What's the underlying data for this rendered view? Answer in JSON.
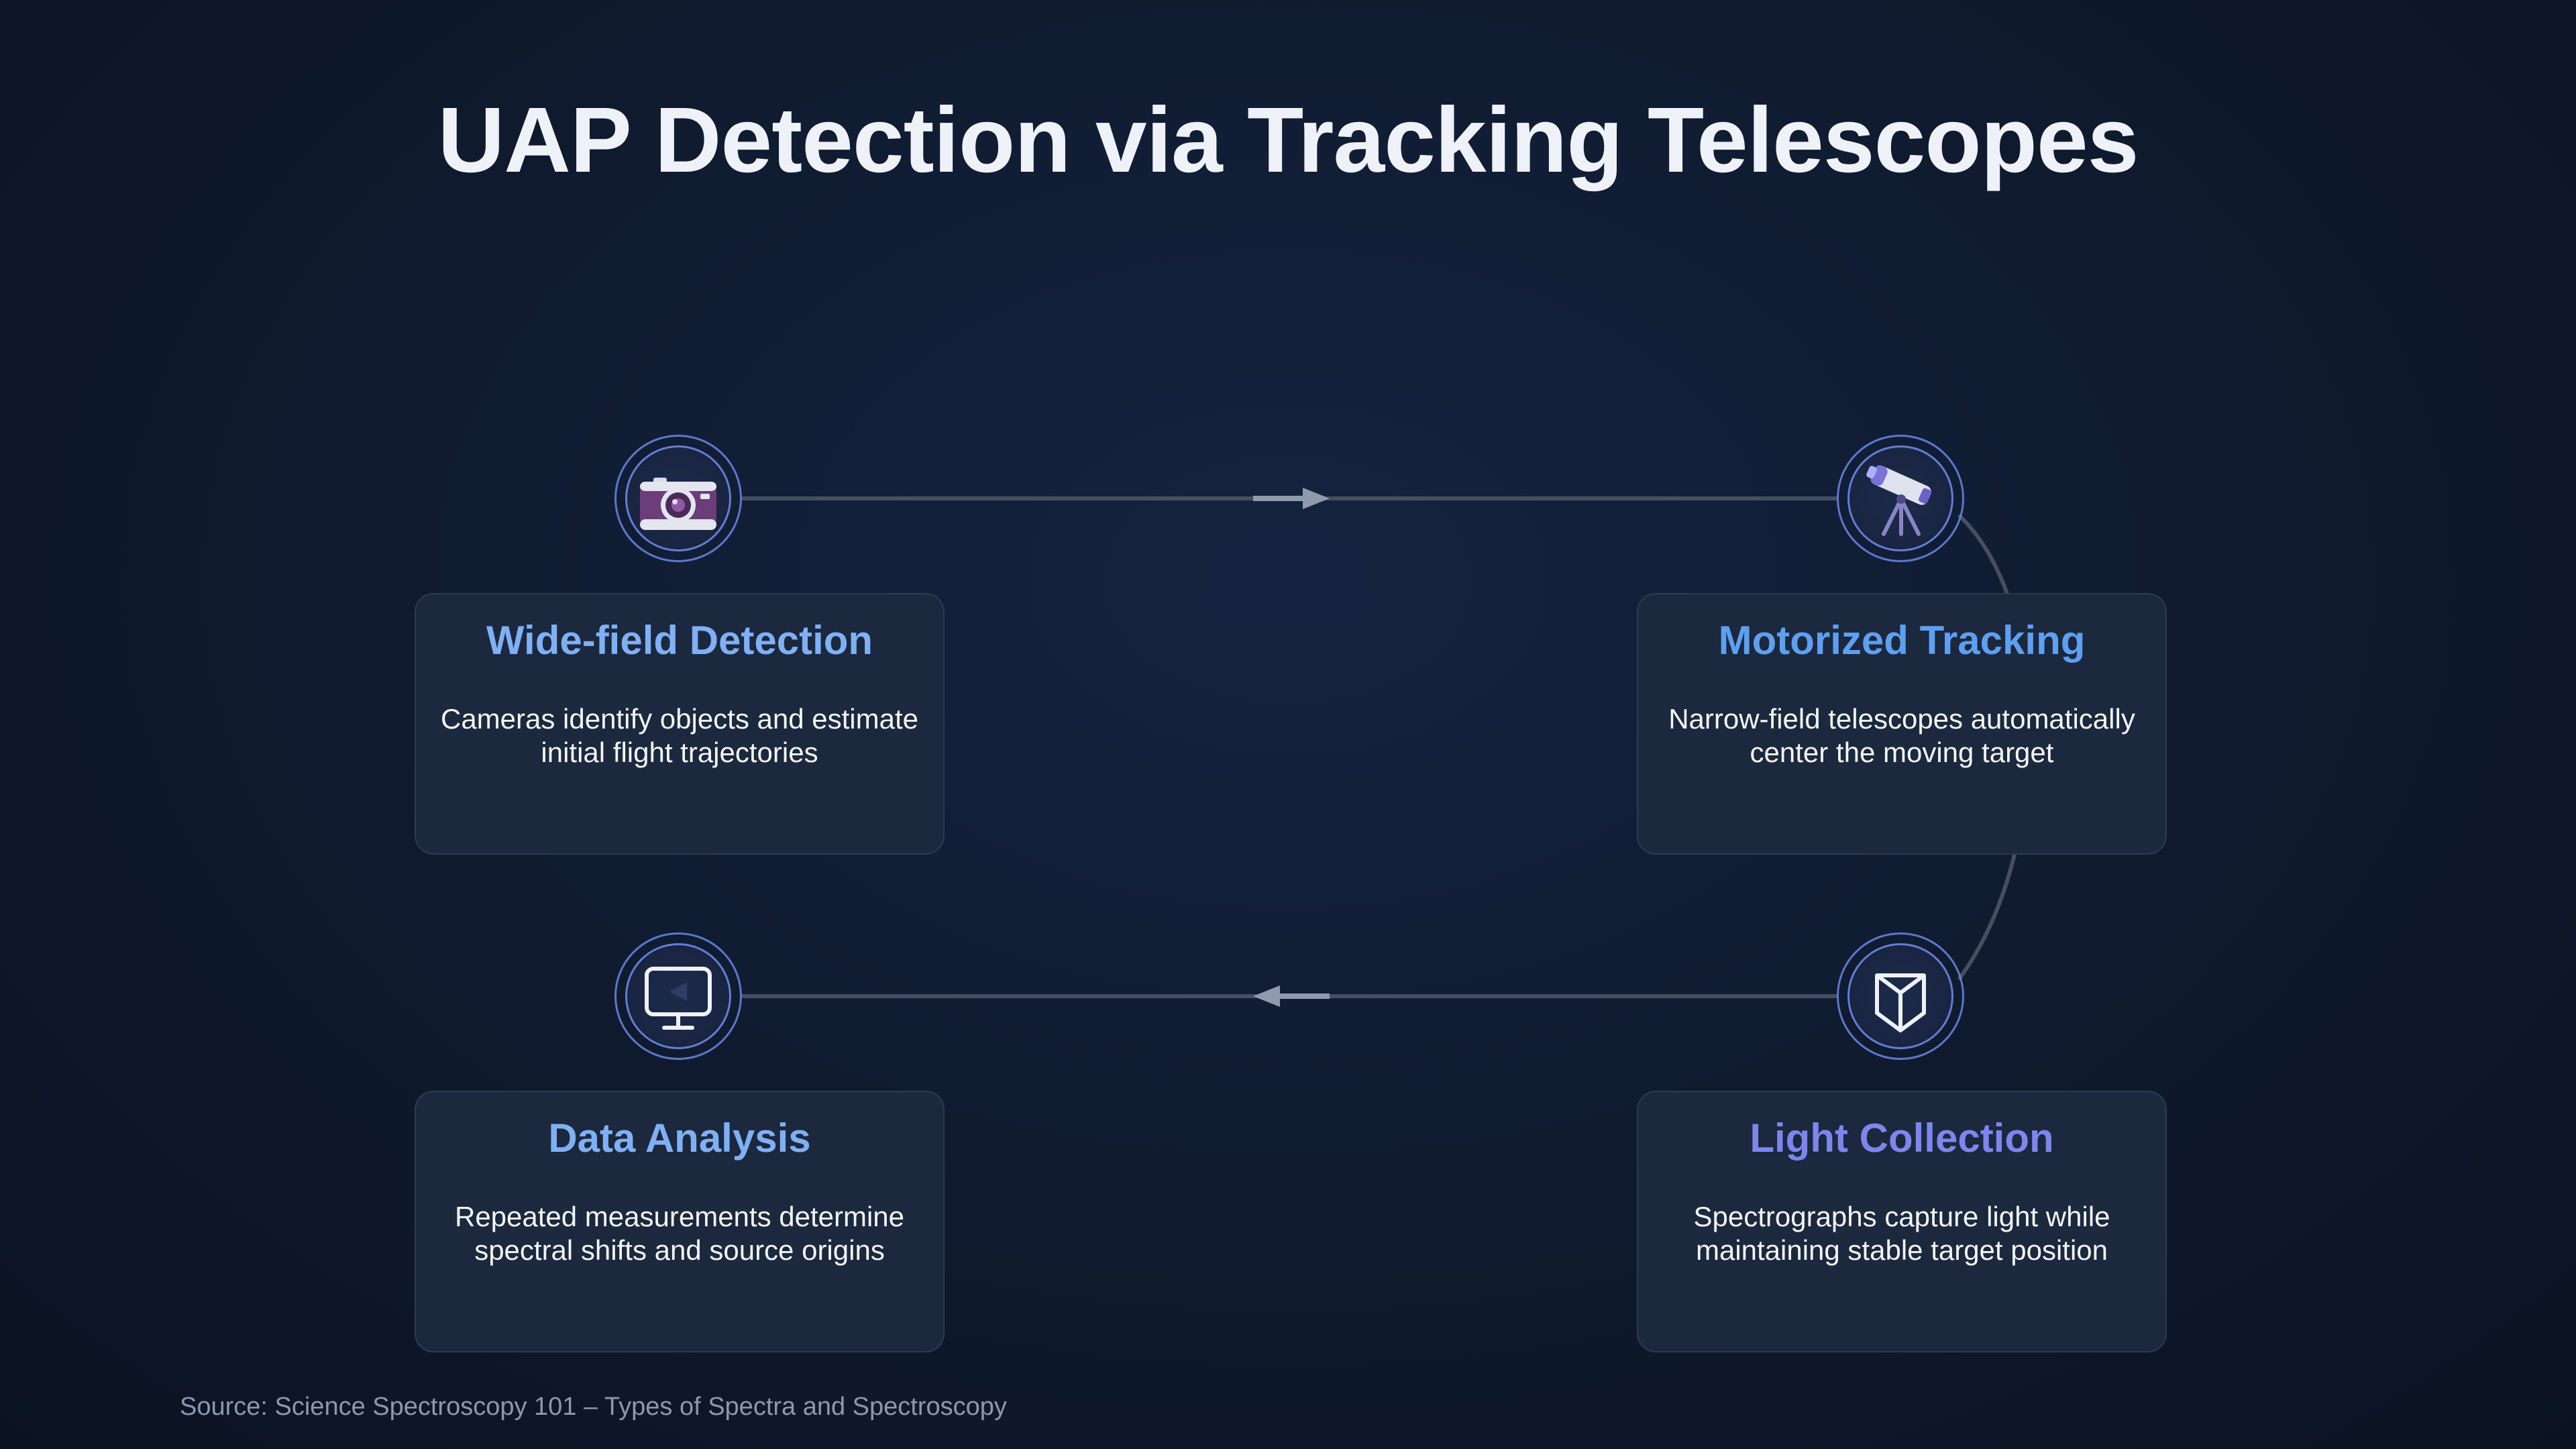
{
  "title": "UAP Detection via Tracking Telescopes",
  "steps": [
    {
      "title": "Wide-field Detection",
      "description": "Cameras identify objects and estimate initial flight trajectories",
      "icon": "camera-icon",
      "title_color": "#7fb0f5"
    },
    {
      "title": "Motorized Tracking",
      "description": "Narrow-field telescopes automatically center the moving target",
      "icon": "telescope-icon",
      "title_color": "#5e9ff0"
    },
    {
      "title": "Light Collection",
      "description": "Spectrographs capture light while maintaining stable target position",
      "icon": "prism-icon",
      "title_color": "#7d86ef"
    },
    {
      "title": "Data Analysis",
      "description": "Repeated measurements determine spectral shifts and source origins",
      "icon": "monitor-icon",
      "title_color": "#7fb0f5"
    }
  ],
  "source": "Source: Science Spectroscopy 101 – Types of Spectra and Spectroscopy"
}
